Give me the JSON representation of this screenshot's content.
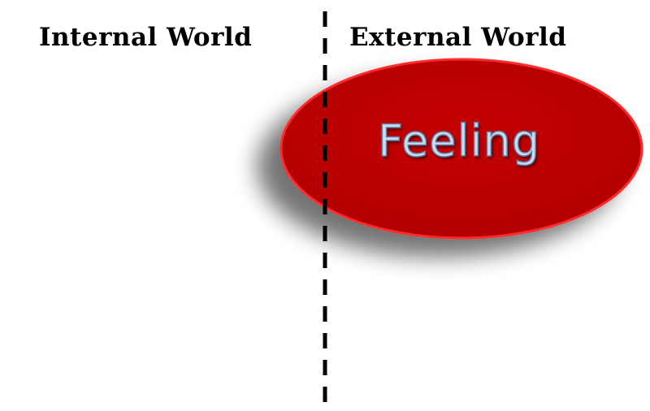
{
  "headings": {
    "internal": "Internal World",
    "external": "External World"
  },
  "feeling": {
    "label": "Feeling",
    "fill_color": "#c00000",
    "border_color": "#ff2a2a",
    "text_color": "#c9dcf2"
  },
  "divider": {
    "style": "dashed",
    "color": "#000000"
  }
}
